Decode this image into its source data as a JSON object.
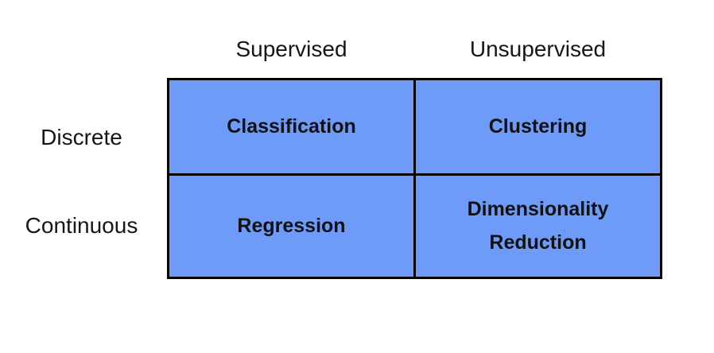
{
  "matrix": {
    "columns": [
      {
        "label": "Supervised"
      },
      {
        "label": "Unsupervised"
      }
    ],
    "rows": [
      {
        "label": "Discrete"
      },
      {
        "label": "Continuous"
      }
    ],
    "cells": [
      {
        "row": "Discrete",
        "column": "Supervised",
        "label": "Classification"
      },
      {
        "row": "Discrete",
        "column": "Unsupervised",
        "label": "Clustering"
      },
      {
        "row": "Continuous",
        "column": "Supervised",
        "label": "Regression"
      },
      {
        "row": "Continuous",
        "column": "Unsupervised",
        "label": "Dimensionality Reduction"
      }
    ],
    "colors": {
      "cell_fill": "#6E9BF7",
      "border": "#000000",
      "text": "#111111",
      "background": "#ffffff"
    }
  }
}
